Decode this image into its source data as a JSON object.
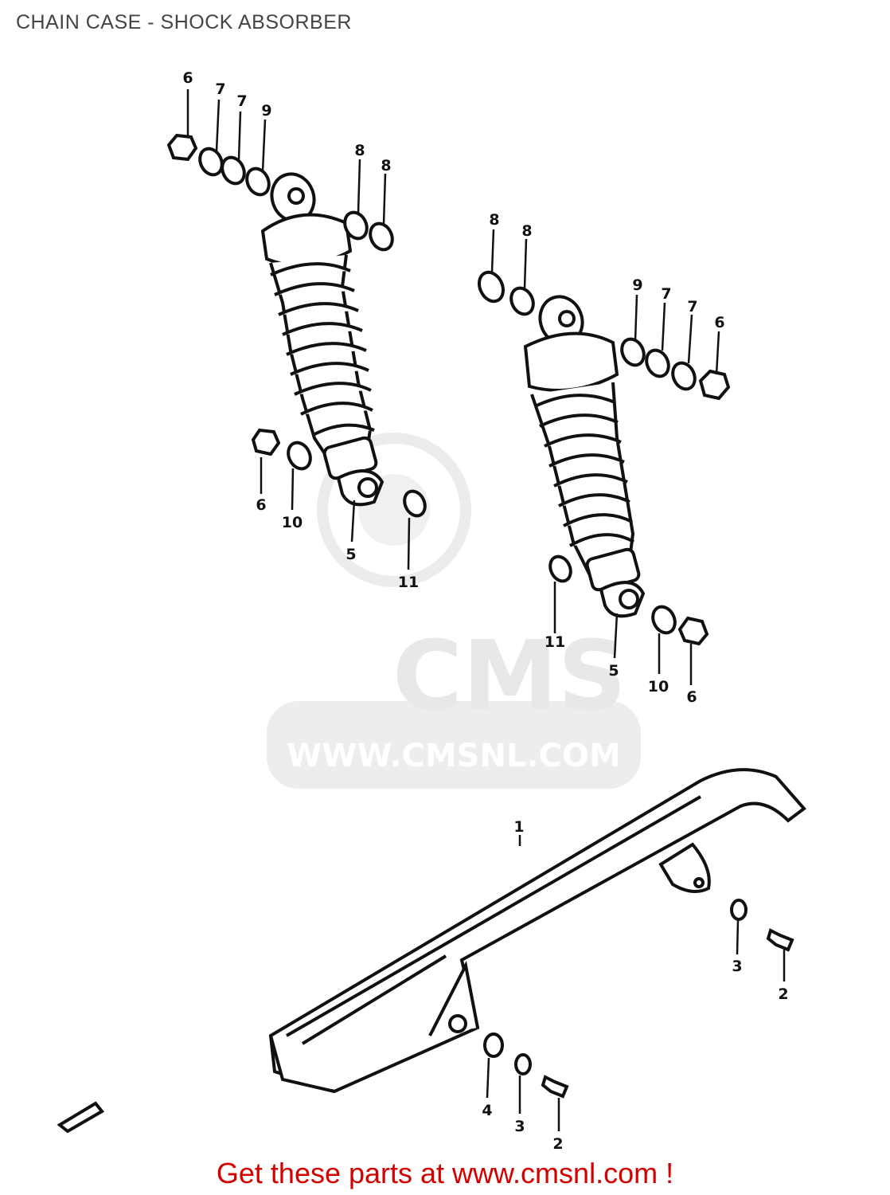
{
  "header": {
    "title": "CHAIN CASE - SHOCK ABSORBER"
  },
  "watermark": {
    "brand": "CMS",
    "url": "WWW.CMSNL.COM"
  },
  "footer": {
    "link_text": "Get these parts at www.cmsnl.com !"
  },
  "colors": {
    "line": "#111111",
    "title": "#444444",
    "watermark": "#e8e8e8",
    "footer": "#d40000"
  },
  "parts": {
    "chain_case": "1",
    "bolt": "2",
    "washer_3": "3",
    "washer_4": "4",
    "shock_absorber": "5",
    "nut": "6",
    "washer_7": "7",
    "washer_8": "8",
    "washer_9": "9",
    "washer_10": "10",
    "washer_11": "11"
  }
}
